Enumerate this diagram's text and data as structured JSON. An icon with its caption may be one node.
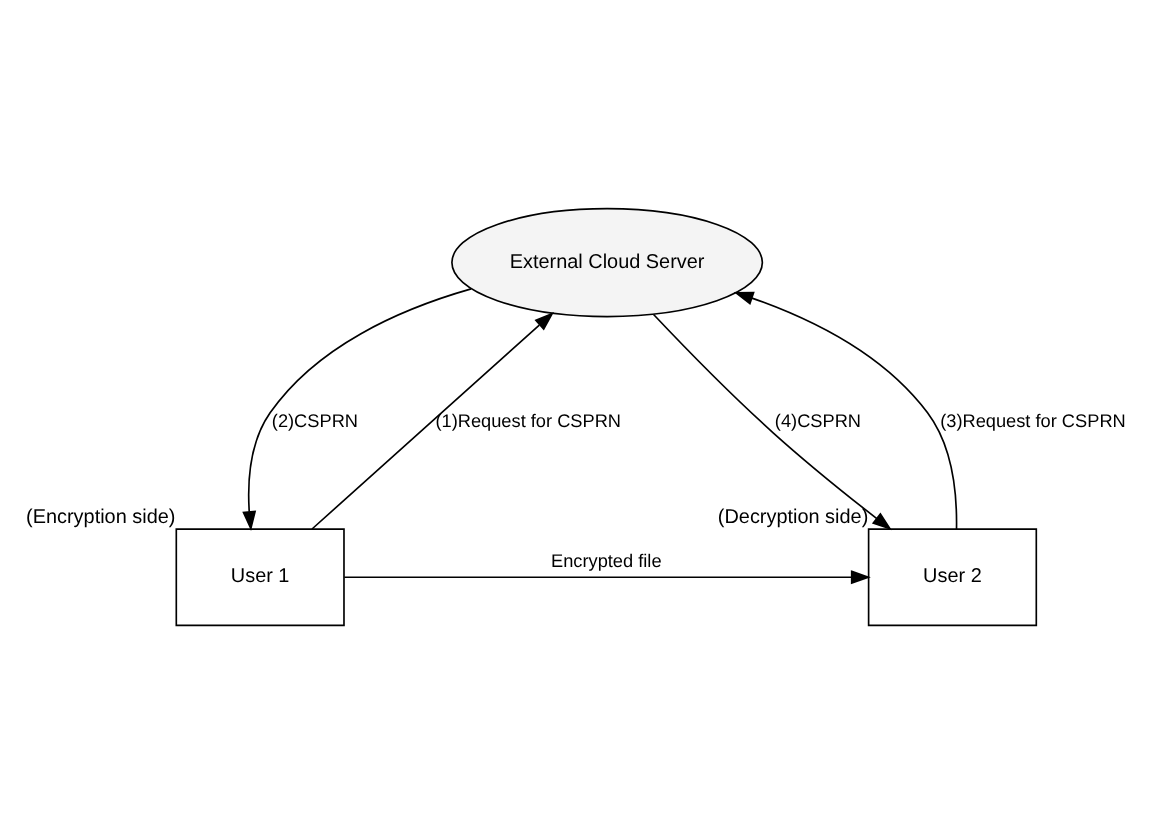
{
  "diagram": {
    "nodes": [
      {
        "text": [
          "External Cloud Server"
        ]
      },
      {
        "text": [
          "User 1"
        ],
        "beside": [
          "(Encryption side)"
        ]
      },
      {
        "text": [
          "User 2"
        ],
        "beside": [
          "(Decryption side)"
        ]
      }
    ],
    "edges": [
      {
        "from": 1,
        "to": 0,
        "arrow": "to",
        "label": "(1)Request for CSPRN"
      },
      {
        "from": 0,
        "to": 1,
        "arrow": "to",
        "label": "(2)CSPRN"
      },
      {
        "from": 2,
        "to": 0,
        "arrow": "to",
        "label": "(3)Request for CSPRN"
      },
      {
        "from": 0,
        "to": 2,
        "arrow": "to",
        "label": "(4)CSPRN"
      },
      {
        "from": 1,
        "to": 2,
        "arrow": "to",
        "label": "Encrypted file"
      }
    ]
  }
}
